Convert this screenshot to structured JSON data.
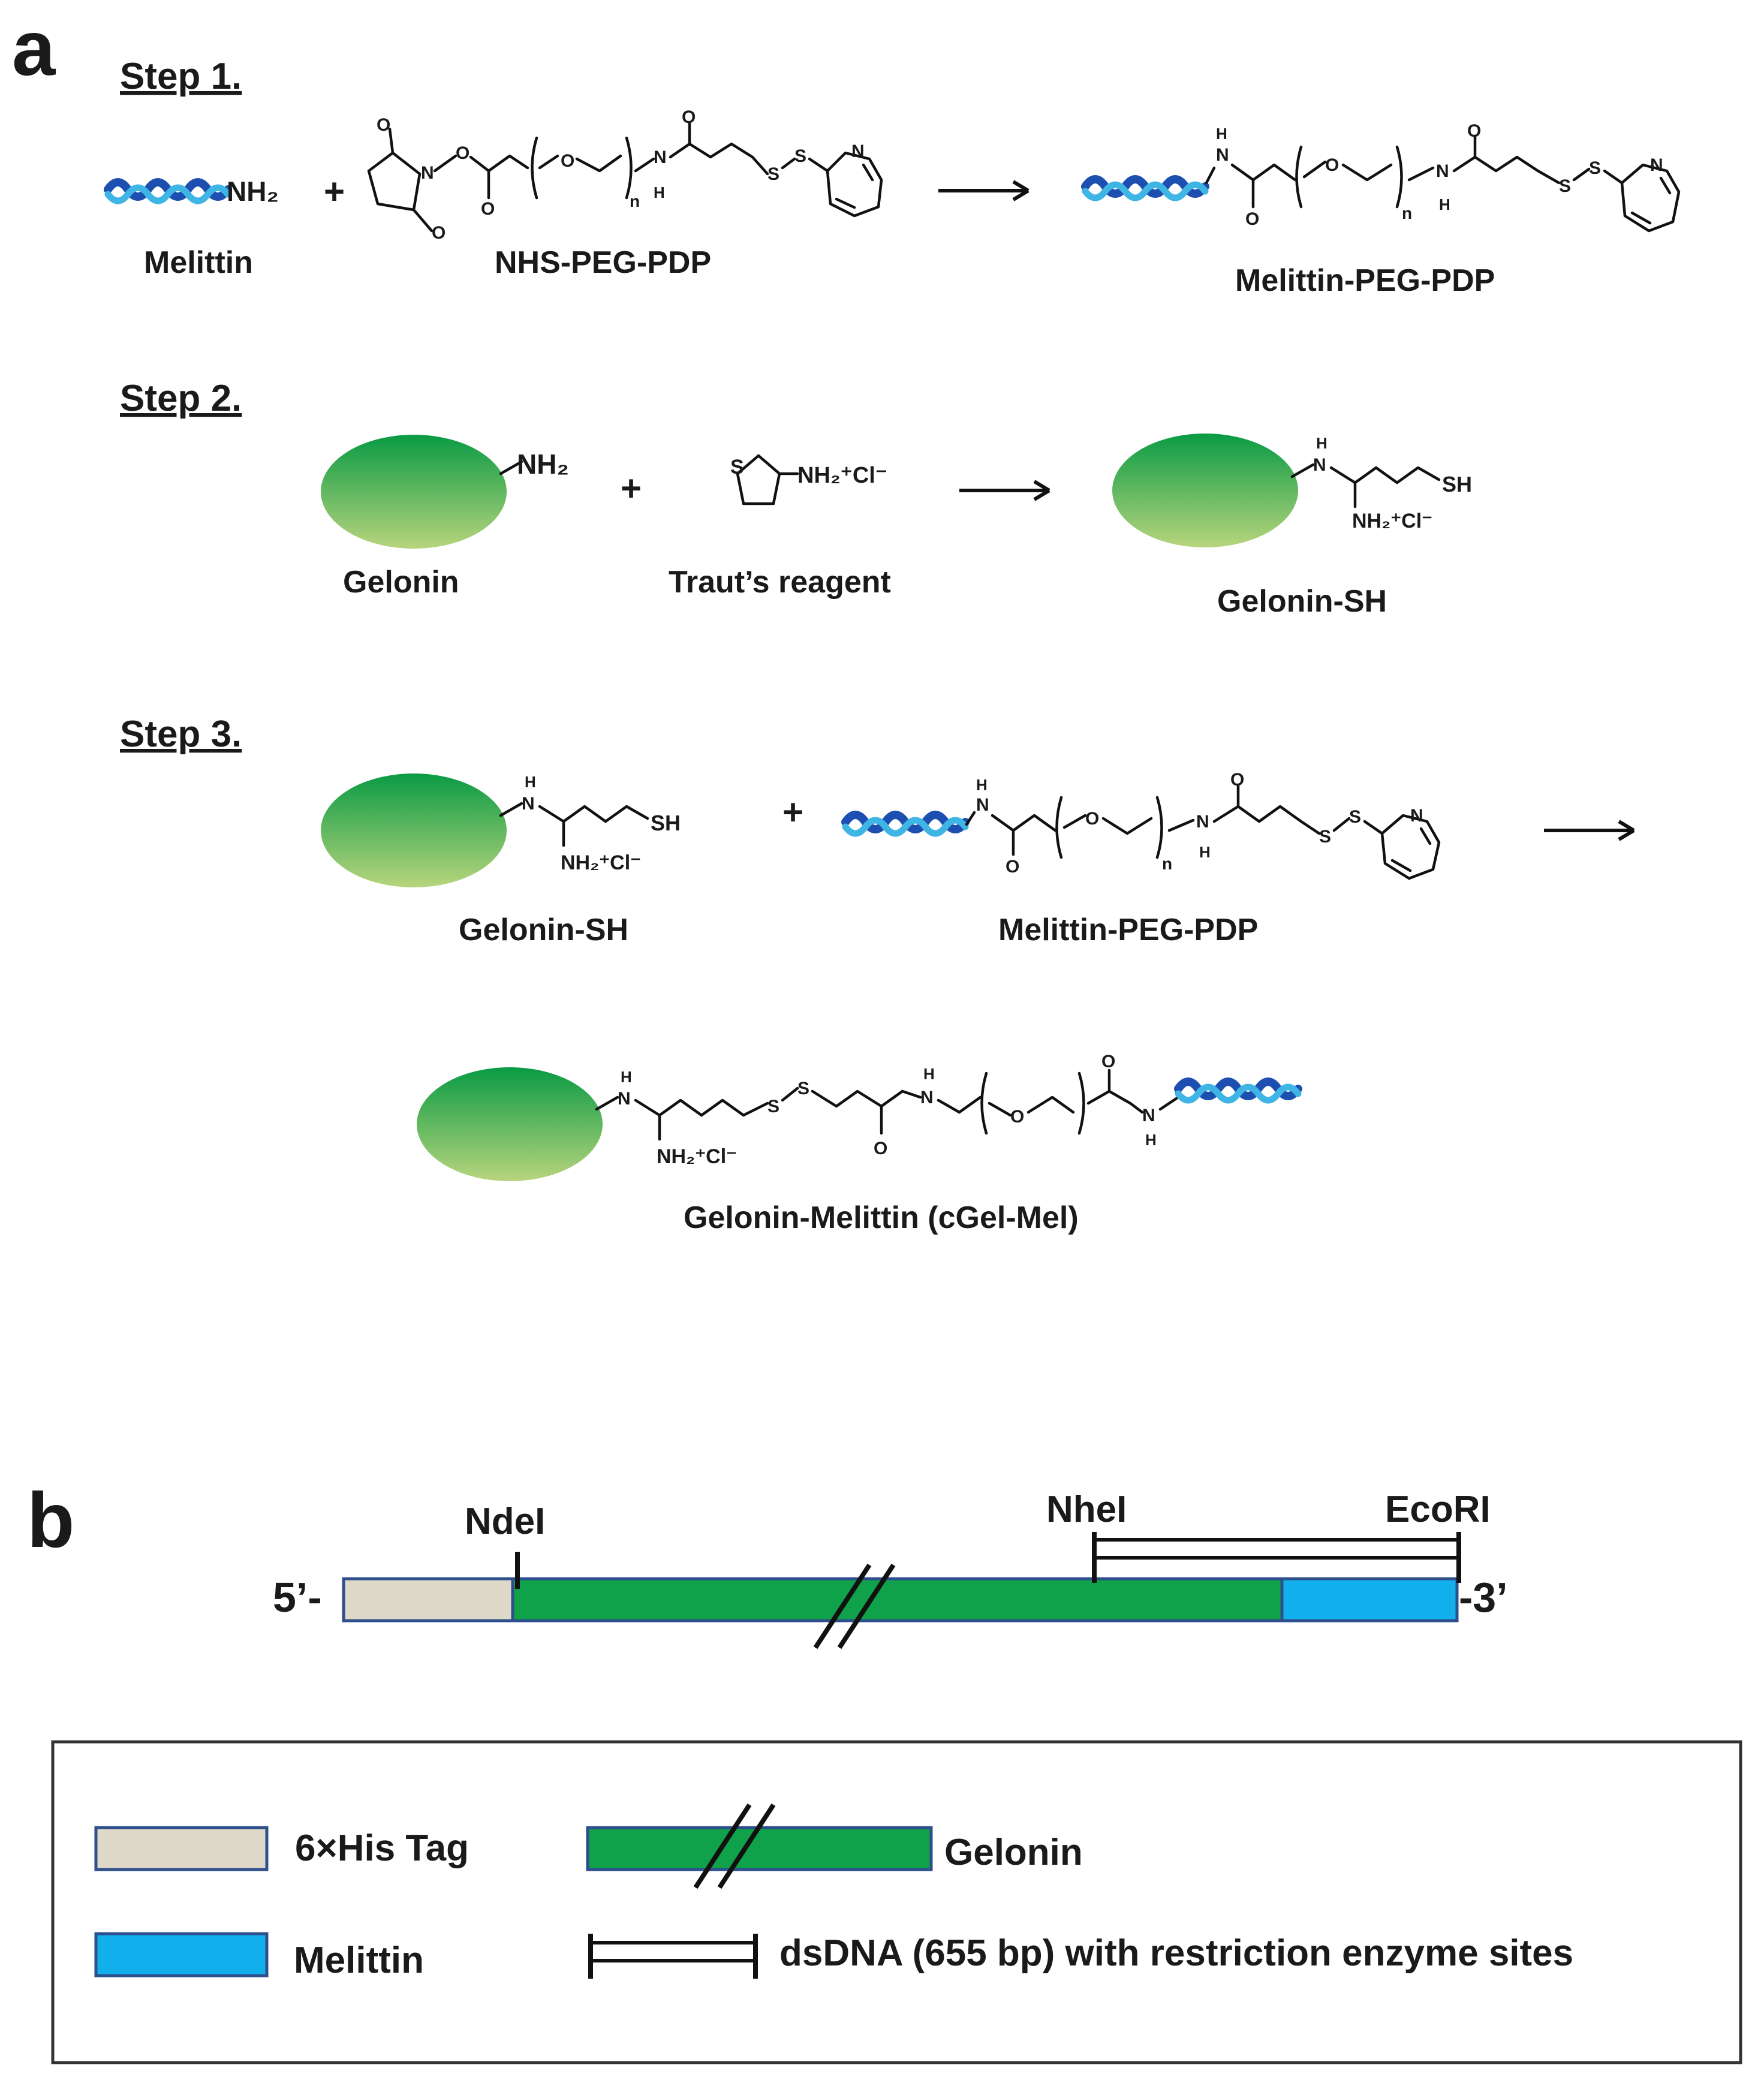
{
  "panel_a": {
    "letter": "a",
    "step1": {
      "title": "Step 1.",
      "melittin": "Melittin",
      "nh2": "NH₂",
      "plus": "+",
      "reagent": "NHS-PEG-PDP",
      "product": "Melittin-PEG-PDP"
    },
    "step2": {
      "title": "Step 2.",
      "protein": "Gelonin",
      "nh2": "NH₂",
      "plus": "+",
      "reagent": "Traut’s reagent",
      "reagent_group": "NH₂⁺Cl⁻",
      "product": "Gelonin-SH",
      "product_group": "NH₂⁺Cl⁻",
      "sh": "SH"
    },
    "step3": {
      "title": "Step 3.",
      "reactant1": "Gelonin-SH",
      "plus": "+",
      "reactant2": "Melittin-PEG-PDP",
      "product": "Gelonin-Melittin (cGel-Mel)",
      "group": "NH₂⁺Cl⁻",
      "sh": "SH"
    }
  },
  "panel_b": {
    "letter": "b",
    "five_prime": "5’-",
    "three_prime": "-3’",
    "sites": [
      "NdeI",
      "NheI",
      "EcoRI"
    ]
  },
  "legend": {
    "his_tag": "6×His Tag",
    "gelonin": "Gelonin",
    "melittin": "Melittin",
    "dsdna": "dsDNA (655 bp) with restriction enzyme sites"
  },
  "colors": {
    "gelonin_green": "#0fa24a",
    "melittin_blue": "#11b0ec",
    "his_tag_beige": "#ddd8c8",
    "box_border": "#2e4f8c",
    "wave_dark": "#1c4fb0",
    "wave_light": "#3fb5e6"
  }
}
